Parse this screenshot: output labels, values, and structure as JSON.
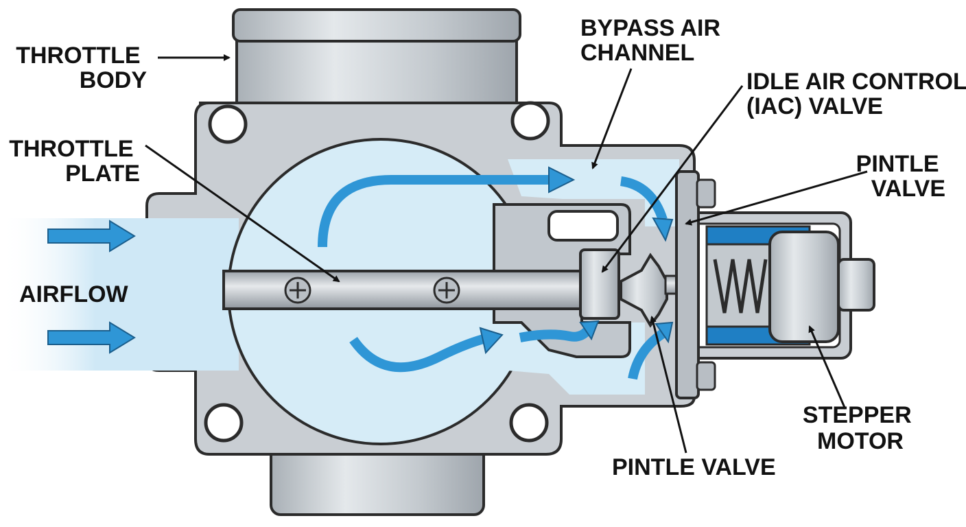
{
  "labels": {
    "throttle_body": [
      "THROTTLE",
      "BODY"
    ],
    "throttle_plate": [
      "THROTTLE",
      "PLATE"
    ],
    "airflow": "AIRFLOW",
    "bypass_air_channel": [
      "BYPASS AIR",
      "CHANNEL"
    ],
    "iac_valve": [
      "IDLE AIR CONTROL",
      "(IAC) VALVE"
    ],
    "pintle_valve_upper": [
      "PINTLE",
      "VALVE"
    ],
    "stepper_motor": [
      "STEPPER",
      "MOTOR"
    ],
    "pintle_valve_lower": "PINTLE VALVE"
  },
  "colors": {
    "metal": "#cdd2d7",
    "metal_dark": "#9aa1a8",
    "outline": "#2b2b2b",
    "air_light": "#d6ecf7",
    "arrow_blue": "#2f96d6",
    "seal_blue": "#1f7fc4",
    "text": "#111111"
  }
}
